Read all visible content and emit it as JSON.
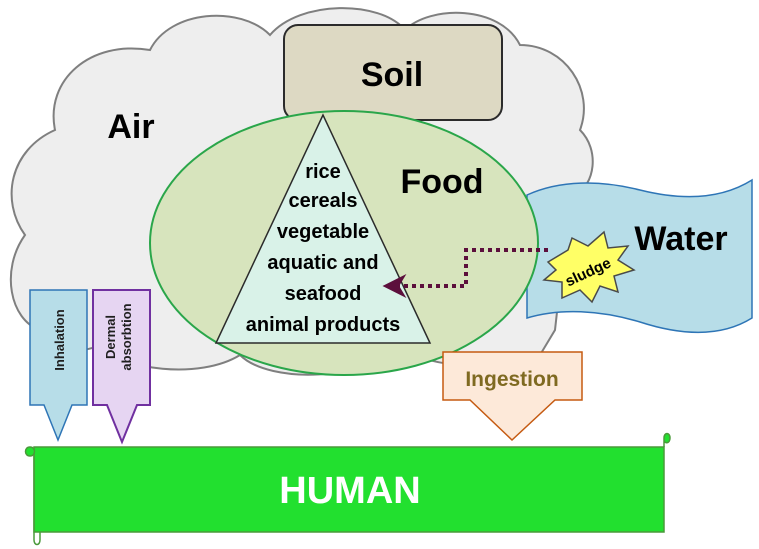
{
  "labels": {
    "air": "Air",
    "soil": "Soil",
    "food": "Food",
    "water": "Water",
    "sludge": "sludge",
    "human": "HUMAN",
    "inhalation": "Inhalation",
    "dermal_line1": "Dermal",
    "dermal_line2": "absorbtion",
    "ingestion": "Ingestion"
  },
  "food_pyramid": [
    "rice",
    "cereals",
    "vegetable",
    "aquatic and",
    "seafood",
    "animal products"
  ],
  "colors": {
    "cloud_fill": "#eeeeee",
    "cloud_stroke": "#7f7f7f",
    "soil_fill": "#ddd9c3",
    "food_fill": "#d7e4bd",
    "food_stroke": "#2aa64a",
    "pyramid_fill": "#d9f2e8",
    "water_fill": "#b7dde8",
    "sludge_fill": "#ffff66",
    "human_fill": "#22e02f",
    "inhalation_fill": "#b7dde8",
    "dermal_fill": "#e6d5f2",
    "dermal_stroke": "#7030a0",
    "ingestion_fill": "#fde9d9",
    "ingestion_text": "#7f6a21",
    "sludge_arrow": "#5c0f3c"
  }
}
